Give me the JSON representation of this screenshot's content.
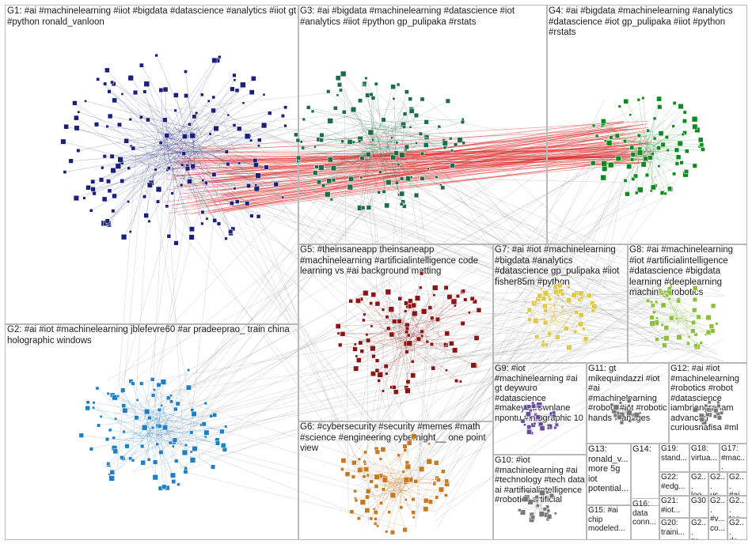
{
  "groups": [
    {
      "id": "G1",
      "label": "G1: #ai #machinelearning #iiot #bigdata #datascience #analytics #iiot gt #python ronald_vanloon",
      "color": "#1b1f7a"
    },
    {
      "id": "G2",
      "label": "G2: #ai #iot #machinelearning jblefevre60 #ar pradeeprao_ train china holographic windows",
      "color": "#1f7fc4"
    },
    {
      "id": "G3",
      "label": "G3: #ai #bigdata #machinelearning #datascience #iot #analytics #iiot #python gp_pulipaka #rstats",
      "color": "#1c6b4a"
    },
    {
      "id": "G4",
      "label": "G4: #ai #bigdata #machinelearning #analytics #datascience #iot gp_pulipaka #iiot #python #rstats",
      "color": "#0e8a1e"
    },
    {
      "id": "G5",
      "label": "G5: #theinsaneapp theinsaneapp #machinelearning #artificialintelligence code learning vs #ai background matting",
      "color": "#8b1414"
    },
    {
      "id": "G6",
      "label": "G6: #cybersecurity #security #memes #math #science #engineering cybernight__ one point view",
      "color": "#c8781e"
    },
    {
      "id": "G7",
      "label": "G7: #ai #iot #machinelearning #bigdata #analytics #datascience gp_pulipaka #iiot fisher85m #python",
      "color": "#e0c84a"
    },
    {
      "id": "G8",
      "label": "G8: #ai #machinelearning #iot #artificialintelligence #datascience #bigdata learning #deeplearning machine #robotics",
      "color": "#8cbf3a"
    },
    {
      "id": "G9",
      "label": "G9: #iot #machinelearning #ai gt deywuro #datascience #makeyourownlane npontu #infographic 10",
      "color": "#6a4c9c"
    },
    {
      "id": "G10",
      "label": "G10: #iot #machinelearning #ai #technology #tech data ai #artificialintelligence #robotics artificial",
      "color": "#777777"
    },
    {
      "id": "G11",
      "label": "G11: gt mikequindazzi #iot #ai #machinelearning #robots #iot #robotic hands manages",
      "color": "#777777"
    },
    {
      "id": "G12",
      "label": "G12: #ai #iot #machinelearning #robotics #robot #datascience iambriangraham advanced curiousnafisa #ml",
      "color": "#777777"
    },
    {
      "id": "G13",
      "label": "G13: ronald_v... more 5g iot potential...",
      "color": "#777777"
    },
    {
      "id": "G14",
      "label": "G14:",
      "color": "#777777"
    },
    {
      "id": "G15",
      "label": "G15: #ai chip modeled...",
      "color": "#777777"
    },
    {
      "id": "G16",
      "label": "G16: data conn...",
      "color": "#777777"
    },
    {
      "id": "G17",
      "label": "G17: #mac...",
      "color": "#777777"
    },
    {
      "id": "G18",
      "label": "G18: virtua...",
      "color": "#777777"
    },
    {
      "id": "G19",
      "label": "G19: stand...",
      "color": "#777777"
    },
    {
      "id": "G20",
      "label": "G20: traini...",
      "color": "#777777"
    },
    {
      "id": "G21",
      "label": "G21: #iot...",
      "color": "#777777"
    },
    {
      "id": "G22",
      "label": "G22: #edg...",
      "color": "#777777"
    },
    {
      "id": "G23",
      "label": "G2... #v... co...",
      "color": "#777777"
    },
    {
      "id": "G24",
      "label": "G2... us...",
      "color": "#777777"
    },
    {
      "id": "G25",
      "label": "G2... loo...",
      "color": "#777777"
    },
    {
      "id": "G26",
      "label": "G2... zs...",
      "color": "#777777"
    },
    {
      "id": "G27",
      "label": "G2... #ai...",
      "color": "#777777"
    },
    {
      "id": "G28",
      "label": "G2... top...",
      "color": "#777777"
    },
    {
      "id": "G29",
      "label": "G2... do...",
      "color": "#777777"
    },
    {
      "id": "G30",
      "label": "G30",
      "color": "#777777"
    }
  ],
  "colors": {
    "edge": "#9a9a9a",
    "edge_hot": "#e02020",
    "border": "#b8b8b8",
    "background": "#ffffff"
  }
}
